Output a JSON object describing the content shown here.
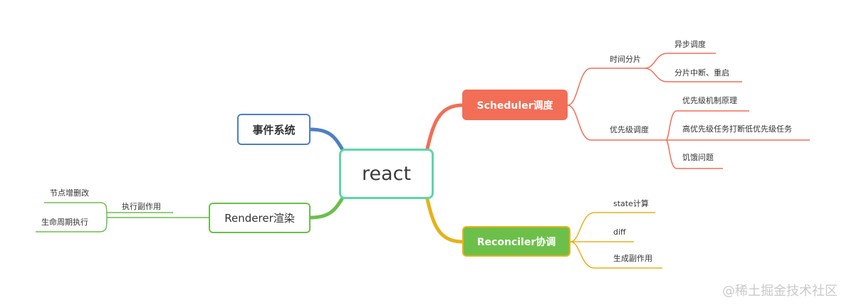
{
  "root": {
    "label": "react"
  },
  "branches": {
    "events": {
      "label": "事件系统"
    },
    "renderer": {
      "label": "Renderer渲染",
      "child": {
        "label": "执行副作用",
        "children": [
          "节点增删改",
          "生命周期执行"
        ]
      }
    },
    "scheduler": {
      "label": "Scheduler调度",
      "groups": [
        {
          "label": "时间分片",
          "children": [
            "异步调度",
            "分片中断、重启"
          ]
        },
        {
          "label": "优先级调度",
          "children": [
            "优先级机制原理",
            "高优先级任务打断低优先级任务",
            "饥饿问题"
          ]
        }
      ]
    },
    "reconciler": {
      "label": "Reconciler协调",
      "children": [
        "state计算",
        "diff",
        "生成副作用"
      ]
    }
  },
  "watermark": "@稀土掘金技术社区",
  "colors": {
    "root_border": "#5cd6a6",
    "events": "#4e7fc3",
    "renderer": "#6abf4b",
    "scheduler": "#f26e57",
    "reconciler_fill": "#6cc04a",
    "reconciler_line": "#e5b21a"
  }
}
